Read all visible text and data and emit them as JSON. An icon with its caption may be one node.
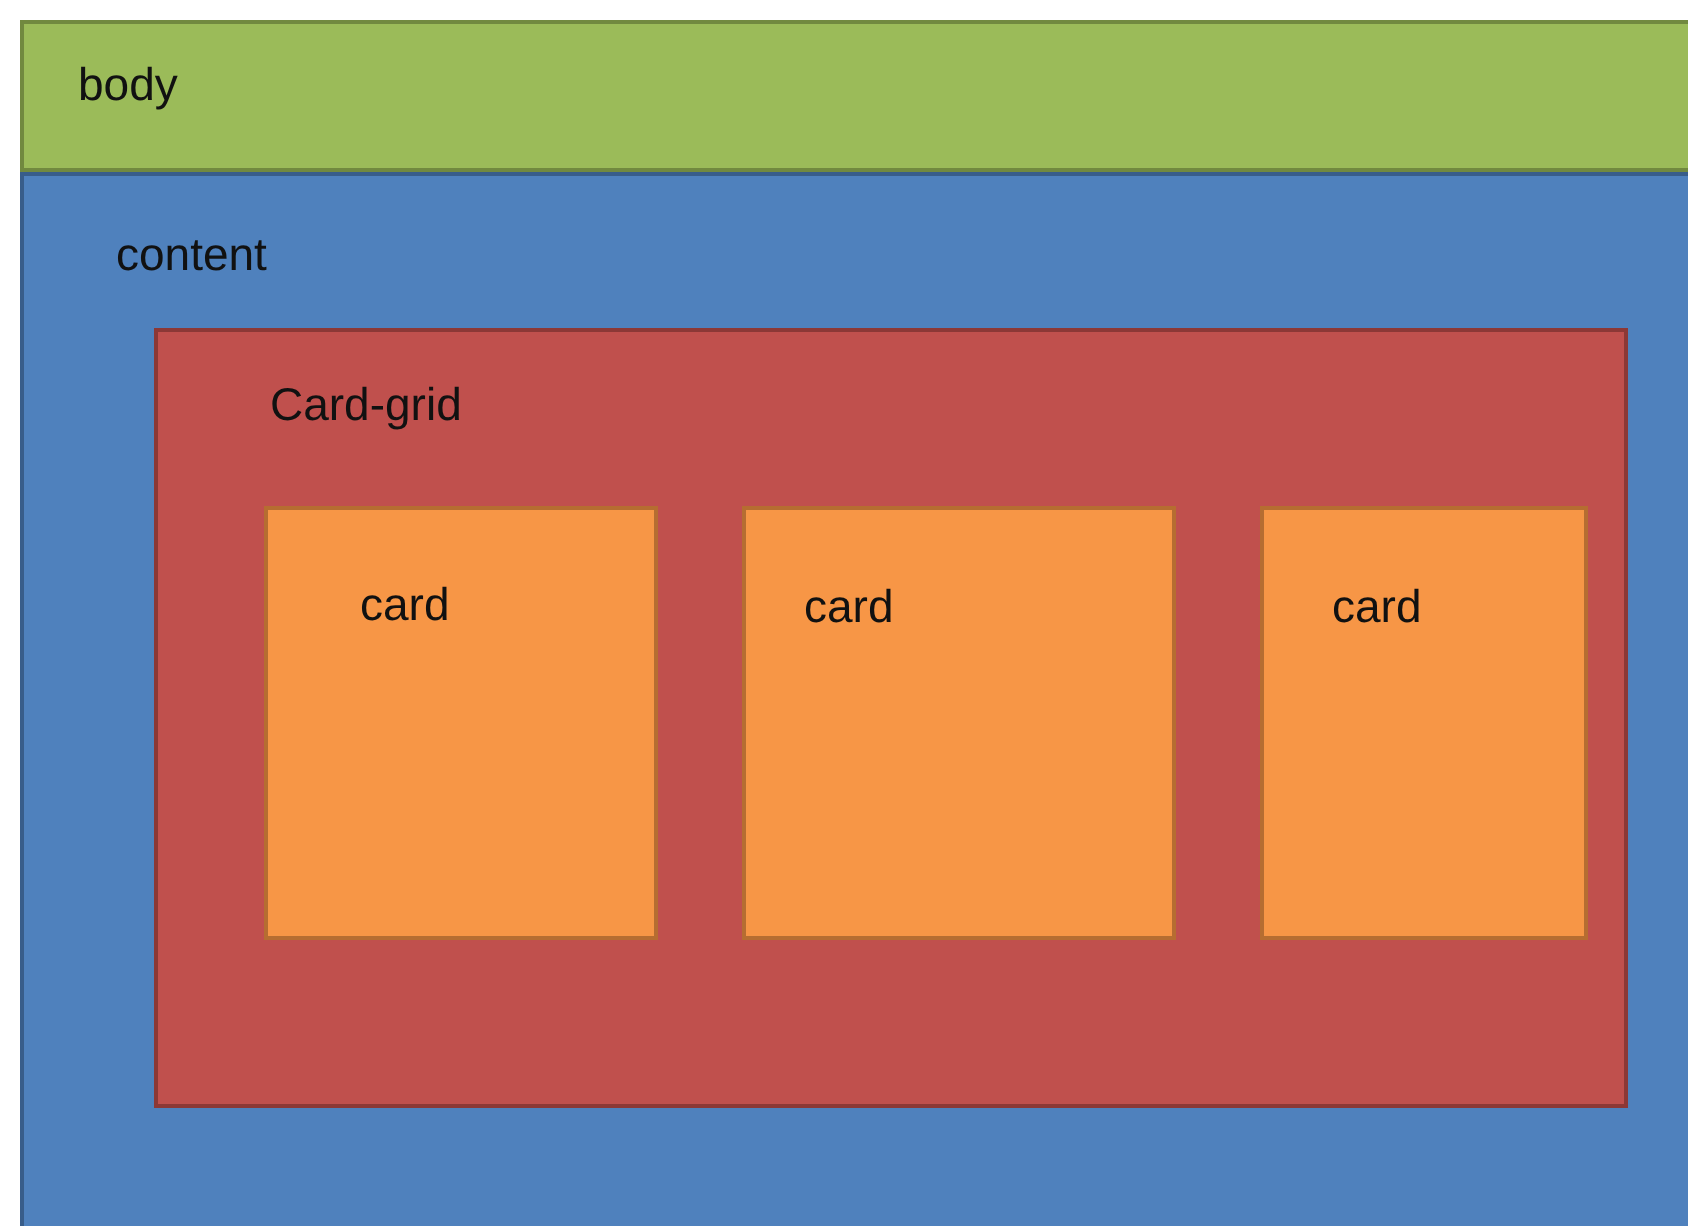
{
  "diagram": {
    "nodes": [
      {
        "text": [
          "body"
        ]
      },
      {
        "text": [
          "content"
        ]
      },
      {
        "text": [
          "Card-grid"
        ],
        "in": 1
      },
      {
        "text": [
          "card"
        ],
        "in": 2
      },
      {
        "text": [
          "card"
        ],
        "in": 2
      },
      {
        "text": [
          "card"
        ],
        "in": 2
      }
    ]
  }
}
